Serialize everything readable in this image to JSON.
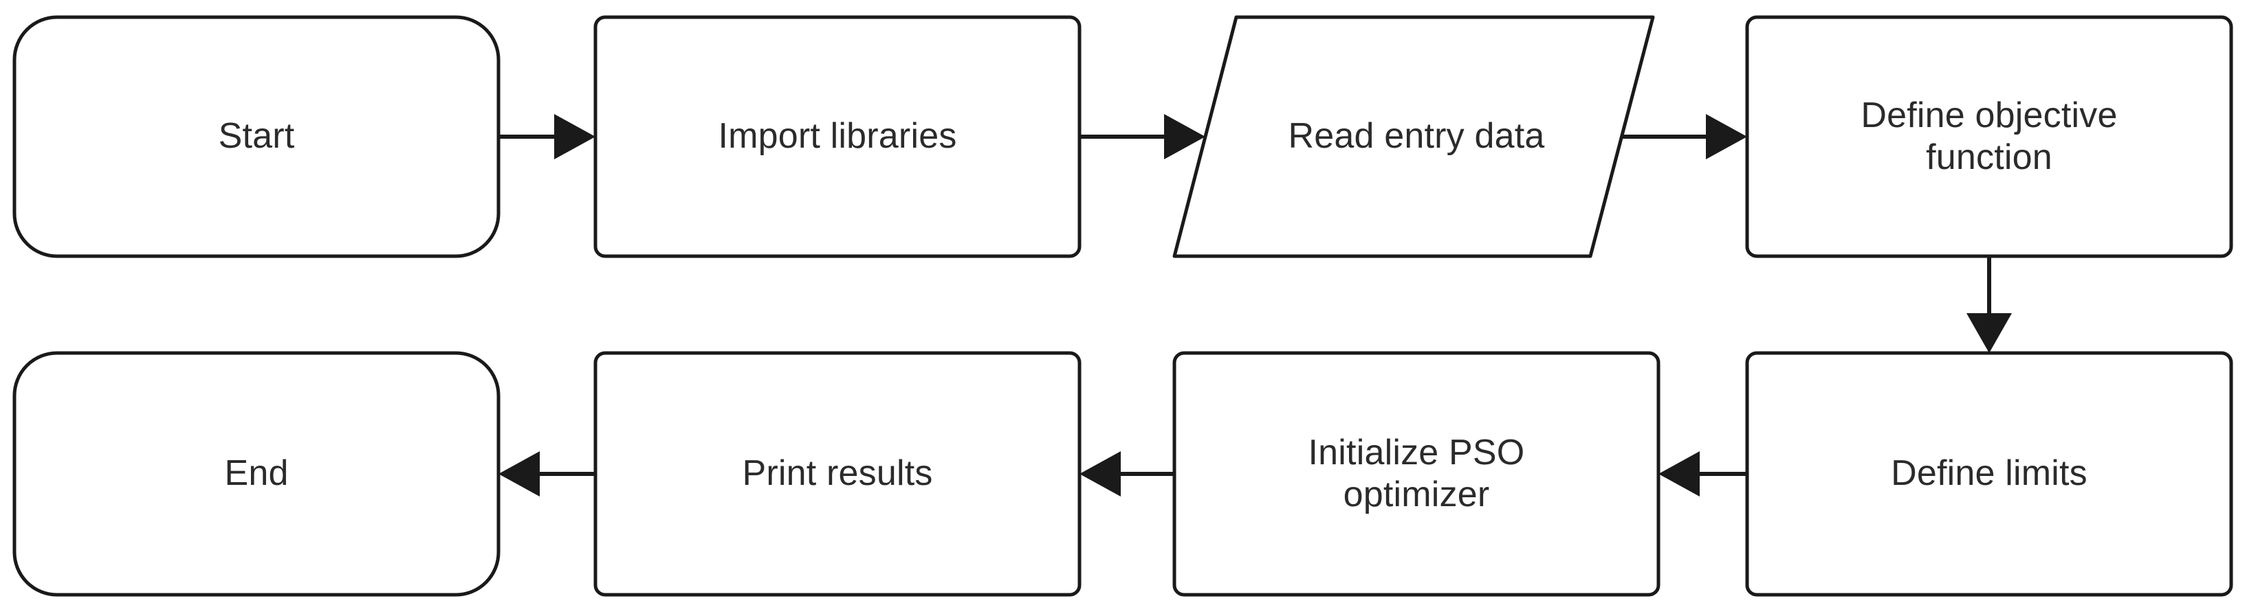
{
  "diagram": {
    "title": "PSO optimization program flowchart",
    "type": "flowchart",
    "orientation": "serpentine-two-rows",
    "background_color": "#ffffff",
    "stroke_color": "#1a1a1a",
    "text_color": "#2b2b2b",
    "fill_color": "#ffffff"
  },
  "nodes": [
    {
      "id": "start",
      "label": "Start",
      "shape": "terminator",
      "row": "top",
      "order": 1
    },
    {
      "id": "import-libraries",
      "label": "Import libraries",
      "shape": "process",
      "row": "top",
      "order": 2
    },
    {
      "id": "read-entry-data",
      "label": "Read entry data",
      "shape": "parallelogram",
      "row": "top",
      "order": 3
    },
    {
      "id": "define-objective-function",
      "label": "Define objective\nfunction",
      "shape": "process",
      "row": "top",
      "order": 4
    },
    {
      "id": "define-limits",
      "label": "Define limits",
      "shape": "process",
      "row": "bottom",
      "order": 5
    },
    {
      "id": "initialize-pso-optimizer",
      "label": "Initialize PSO\noptimizer",
      "shape": "process",
      "row": "bottom",
      "order": 6
    },
    {
      "id": "print-results",
      "label": "Print results",
      "shape": "process",
      "row": "bottom",
      "order": 7
    },
    {
      "id": "end",
      "label": "End",
      "shape": "terminator",
      "row": "bottom",
      "order": 8
    }
  ],
  "edges": [
    {
      "id": "e1",
      "from": "start",
      "to": "import-libraries",
      "direction": "right",
      "label": ""
    },
    {
      "id": "e2",
      "from": "import-libraries",
      "to": "read-entry-data",
      "direction": "right",
      "label": ""
    },
    {
      "id": "e3",
      "from": "read-entry-data",
      "to": "define-objective-function",
      "direction": "right",
      "label": ""
    },
    {
      "id": "e4",
      "from": "define-objective-function",
      "to": "define-limits",
      "direction": "down",
      "label": ""
    },
    {
      "id": "e5",
      "from": "define-limits",
      "to": "initialize-pso-optimizer",
      "direction": "left",
      "label": ""
    },
    {
      "id": "e6",
      "from": "initialize-pso-optimizer",
      "to": "print-results",
      "direction": "left",
      "label": ""
    },
    {
      "id": "e7",
      "from": "print-results",
      "to": "end",
      "direction": "left",
      "label": ""
    }
  ]
}
